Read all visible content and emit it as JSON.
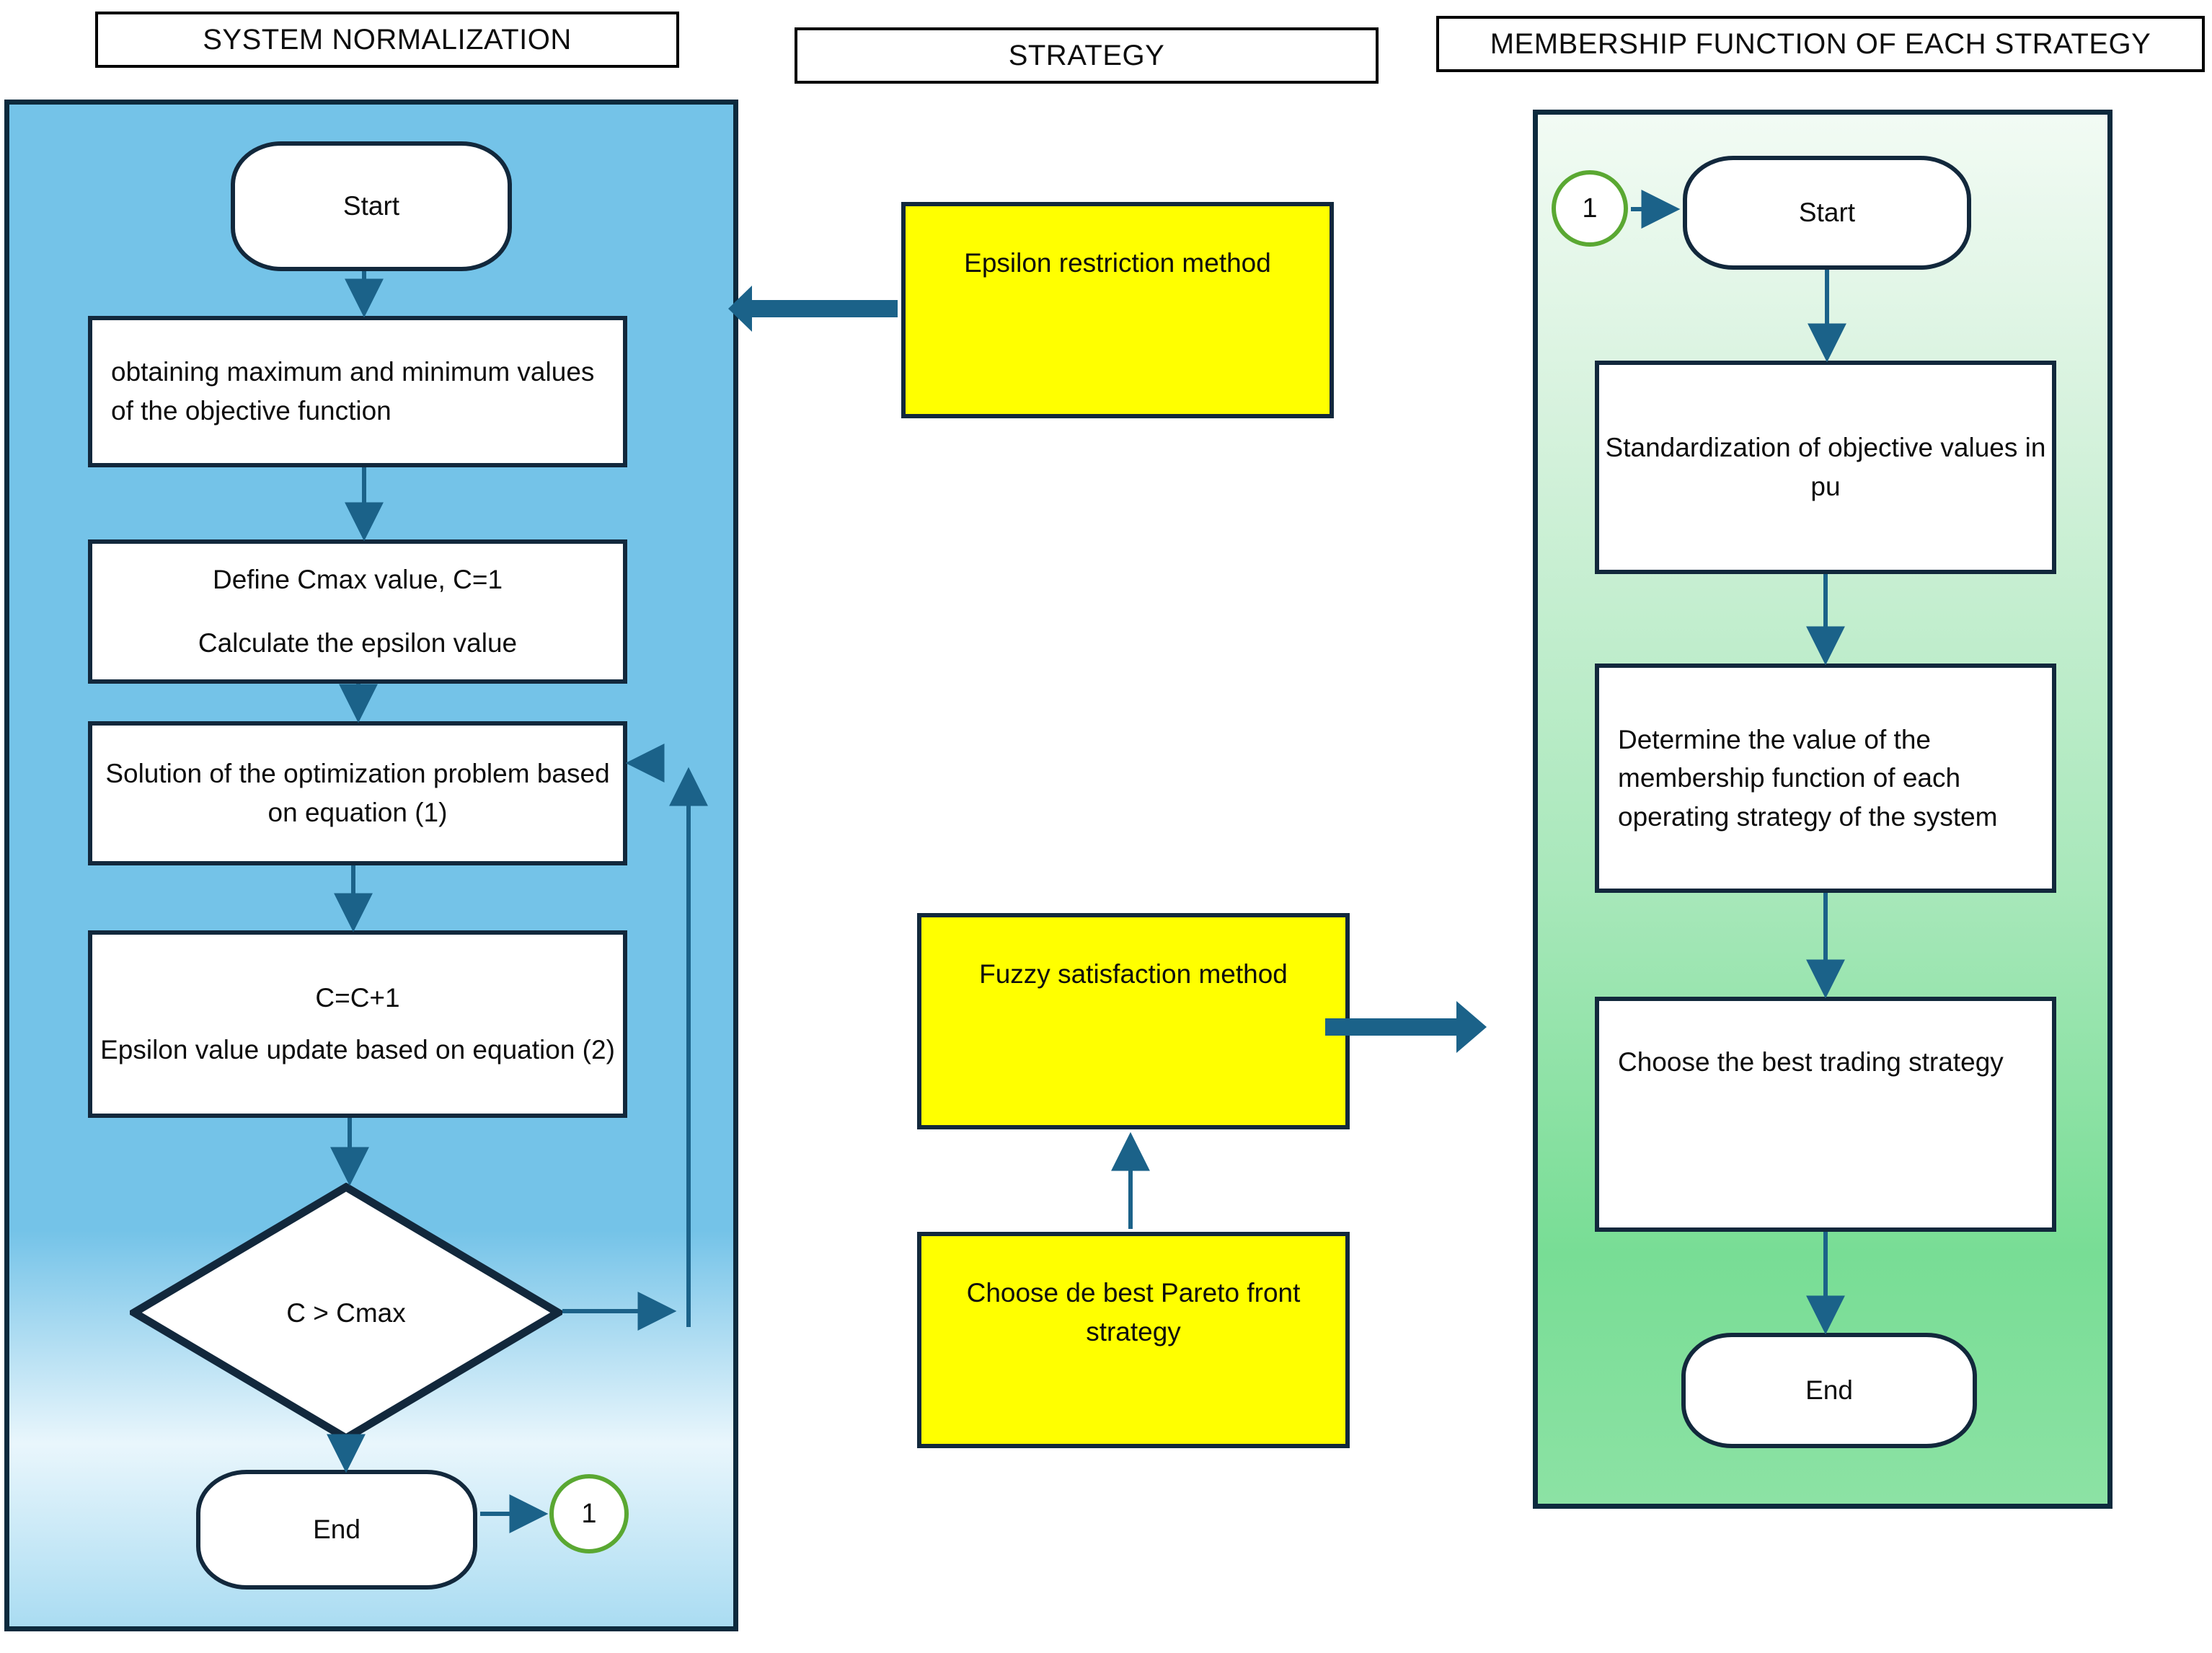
{
  "columns": {
    "left_header": "SYSTEM NORMALIZATION",
    "middle_header": "STRATEGY",
    "right_header": "MEMBERSHIP FUNCTION OF EACH STRATEGY"
  },
  "colors": {
    "panel_blue": "#74c3e8",
    "panel_green": "#8ce2a4",
    "strategy_yellow": "#ffff00",
    "node_border": "#12283c",
    "arrow": "#1b6289",
    "connector_green": "#5aa832"
  },
  "normalization_flow": {
    "start": "Start",
    "step_objective": "obtaining maximum and minimum values of the objective function",
    "step_cmax_line1": "Define Cmax value, C=1",
    "step_cmax_line2": "Calculate the epsilon value",
    "step_solution": "Solution of the optimization problem based on equation (1)",
    "step_update_line1": "C=C+1",
    "step_update_line2": "Epsilon value update based on equation (2)",
    "decision": "C > Cmax",
    "end": "End",
    "connector_label": "1"
  },
  "strategy_boxes": [
    {
      "label": "Epsilon restriction method"
    },
    {
      "label": "Fuzzy satisfaction method"
    },
    {
      "label": "Choose de best Pareto front strategy"
    }
  ],
  "membership_flow": {
    "connector_label": "1",
    "start": "Start",
    "step_standardization": "Standardization of objective values in pu",
    "step_determine": "Determine the value of the membership function of each operating strategy of the system",
    "step_choose": "Choose the best trading strategy",
    "end": "End"
  }
}
